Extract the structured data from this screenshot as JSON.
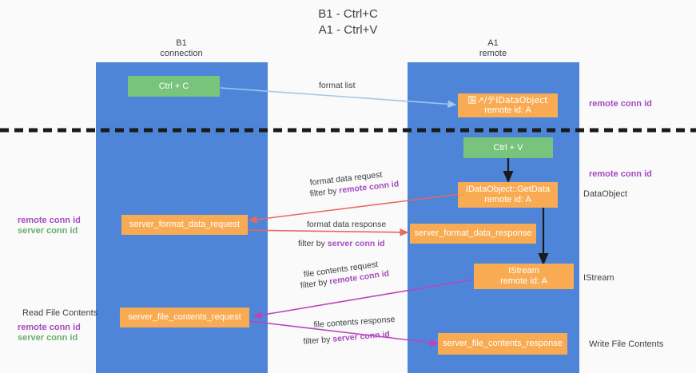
{
  "title": {
    "line1": "B1 - Ctrl+C",
    "line2": "A1 - Ctrl+V"
  },
  "lanes": [
    {
      "name": "left",
      "l1": "B1",
      "l2": "connection"
    },
    {
      "name": "right",
      "l1": "A1",
      "l2": "remote"
    }
  ],
  "boxes": {
    "ctrl_c": {
      "line1": "Ctrl + C",
      "line2": ""
    },
    "ctrl_v": {
      "line1": "Ctrl + V",
      "line2": ""
    },
    "dataobject_remote": {
      "line1": "国↗/テIDataObject",
      "line2": "remote id: A"
    },
    "getdata": {
      "line1": "IDataObject::GetData",
      "line2": "remote id: A"
    },
    "istream": {
      "line1": "IStream",
      "line2": "remote id: A"
    },
    "server_format_data_request": {
      "line1": "server_format_data_request",
      "line2": ""
    },
    "server_format_data_response": {
      "line1": "server_format_data_response",
      "line2": ""
    },
    "server_file_contents_request": {
      "line1": "server_file_contents_request",
      "line2": ""
    },
    "server_file_contents_response": {
      "line1": "server_file_contents_response",
      "line2": ""
    }
  },
  "captions": {
    "format_list": "format list",
    "format_data_request": "format data request",
    "format_data_response": "format data response",
    "file_contents_request": "file contents request",
    "file_contents_response": "file contents response",
    "filter_by": "filter by ",
    "remote_conn_id": "remote conn id",
    "server_conn_id": "server conn id"
  },
  "side_labels": {
    "right_remote_conn_id_top": "remote conn id",
    "right_remote_conn_id_mid": "remote conn id",
    "right_dataobject": "DataObject",
    "right_istream": "IStream",
    "right_write_file_contents": "Write File Contents",
    "left_remote_conn_id": "remote conn id",
    "left_server_conn_id": "server conn id",
    "left_read_file_contents": "Read File Contents",
    "left_bottom_remote_conn_id": "remote conn id",
    "left_bottom_server_conn_id": "server conn id"
  },
  "colors": {
    "lane": "#4e85d8",
    "orange": "#f9ab53",
    "green_box": "#78c47d",
    "purple": "#a64ac0",
    "green_text": "#6aaf6e",
    "arrow_blue": "#9ec9e8",
    "arrow_red": "#e8685d",
    "arrow_magenta": "#c council",
    "arrow_black": "#1a1a1a",
    "divider": "#1a1a1a"
  }
}
